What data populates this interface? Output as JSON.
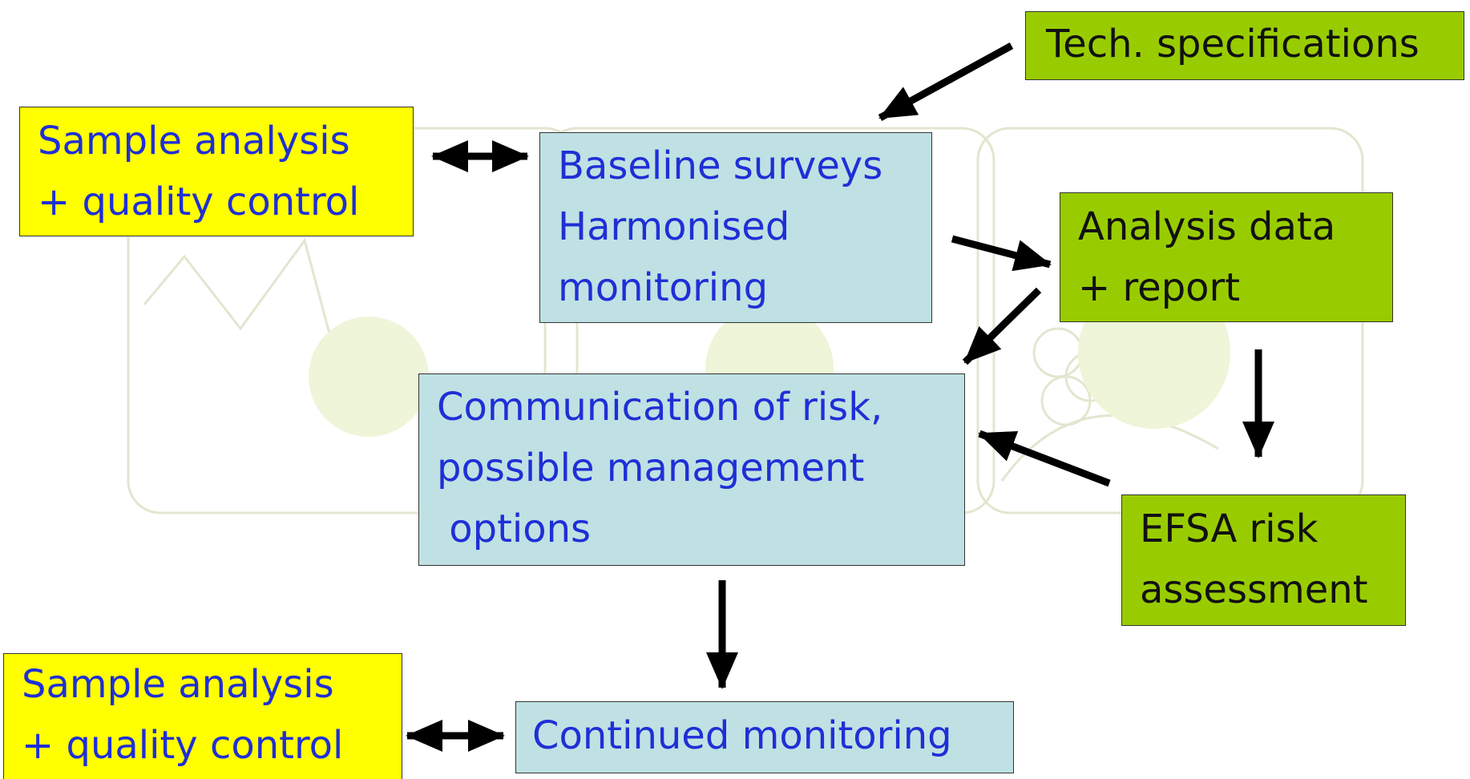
{
  "colors": {
    "yellow_box": "#ffff00",
    "blue_box": "#bfe1e3",
    "green_box": "#99cc00",
    "blue_text": "#1f2fd6",
    "arrow": "#000000"
  },
  "boxes": {
    "tech_specs": {
      "line1": "Tech. specifications"
    },
    "sample_top": {
      "line1": "Sample analysis",
      "line2": "+ quality control"
    },
    "baseline": {
      "line1": "Baseline surveys",
      "line2": "Harmonised",
      "line3": "monitoring"
    },
    "analysis": {
      "line1": "Analysis data",
      "line2": "+ report"
    },
    "communication": {
      "line1": "Communication of risk,",
      "line2": "possible management",
      "line3": " options"
    },
    "efsa": {
      "line1": "EFSA risk",
      "line2": "assessment"
    },
    "sample_bottom": {
      "line1": "Sample analysis",
      "line2": "+ quality control"
    },
    "continued": {
      "line1": "Continued monitoring"
    }
  }
}
